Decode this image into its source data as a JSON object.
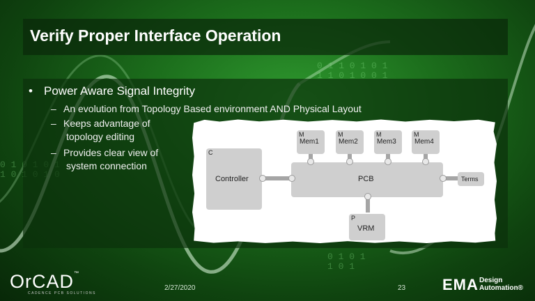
{
  "slide": {
    "title": "Verify Proper Interface Operation",
    "bullets": {
      "main": "Power Aware Signal Integrity",
      "sub1": "An evolution from Topology Based environment AND Physical Layout",
      "sub2_line1": "Keeps advantage of",
      "sub2_line2": "topology editing",
      "sub3_line1": "Provides clear view of",
      "sub3_line2": "system connection"
    },
    "bullet_symbol": "•",
    "dash_symbol": "–"
  },
  "diagram": {
    "controller": {
      "tag": "C",
      "label": "Controller"
    },
    "pcb": {
      "label": "PCB"
    },
    "terms": {
      "label": "Terms"
    },
    "vrm": {
      "tag": "P",
      "label": "VRM"
    },
    "memories": [
      {
        "tag": "M",
        "label": "Mem1"
      },
      {
        "tag": "M",
        "label": "Mem2"
      },
      {
        "tag": "M",
        "label": "Mem3"
      },
      {
        "tag": "M",
        "label": "Mem4"
      }
    ]
  },
  "footer": {
    "date": "2/27/2020",
    "page": "23",
    "logo_left": "OrCAD",
    "logo_left_tm": "™",
    "logo_left_sub": "CADENCE PCB SOLUTIONS",
    "logo_right": "EMA",
    "logo_right_line1": "Design",
    "logo_right_line2": "Automation®"
  },
  "colors": {
    "background": "#1c6e1c",
    "title_text": "#ffffff",
    "diagram_box": "#cfcfcf"
  }
}
